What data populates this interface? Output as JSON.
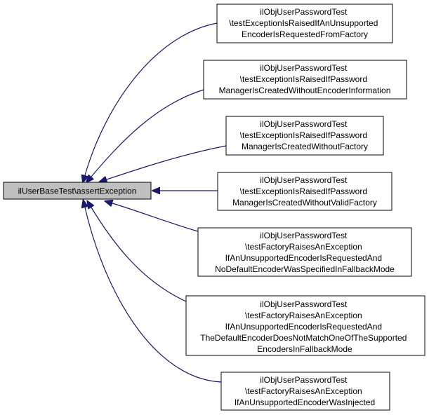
{
  "colors": {
    "edge": "#191970",
    "node_border": "#000000",
    "node_fill": "#ffffff",
    "focus_fill": "#bfbfbf",
    "text": "#000000"
  },
  "focus": {
    "lines": [
      "ilUserBaseTest\\assertException"
    ]
  },
  "callers": [
    {
      "lines": [
        "ilObjUserPasswordTest",
        "\\testExceptionIsRaisedIfAnUnsupported",
        "EncoderIsRequestedFromFactory"
      ]
    },
    {
      "lines": [
        "ilObjUserPasswordTest",
        "\\testExceptionIsRaisedIfPassword",
        "ManagerIsCreatedWithoutEncoderInformation"
      ]
    },
    {
      "lines": [
        "ilObjUserPasswordTest",
        "\\testExceptionIsRaisedIfPassword",
        "ManagerIsCreatedWithoutFactory"
      ]
    },
    {
      "lines": [
        "ilObjUserPasswordTest",
        "\\testExceptionIsRaisedIfPassword",
        "ManagerIsCreatedWithoutValidFactory"
      ]
    },
    {
      "lines": [
        "ilObjUserPasswordTest",
        "\\testFactoryRaisesAnException",
        "IfAnUnsupportedEncoderIsRequestedAnd",
        "NoDefaultEncoderWasSpecifiedInFallbackMode"
      ]
    },
    {
      "lines": [
        "ilObjUserPasswordTest",
        "\\testFactoryRaisesAnException",
        "IfAnUnsupportedEncoderIsRequestedAnd",
        "TheDefaultEncoderDoesNotMatchOneOfTheSupported",
        "EncodersInFallbackMode"
      ]
    },
    {
      "lines": [
        "ilObjUserPasswordTest",
        "\\testFactoryRaisesAnException",
        "IfAnUnsupportedEncoderWasInjected"
      ]
    }
  ]
}
